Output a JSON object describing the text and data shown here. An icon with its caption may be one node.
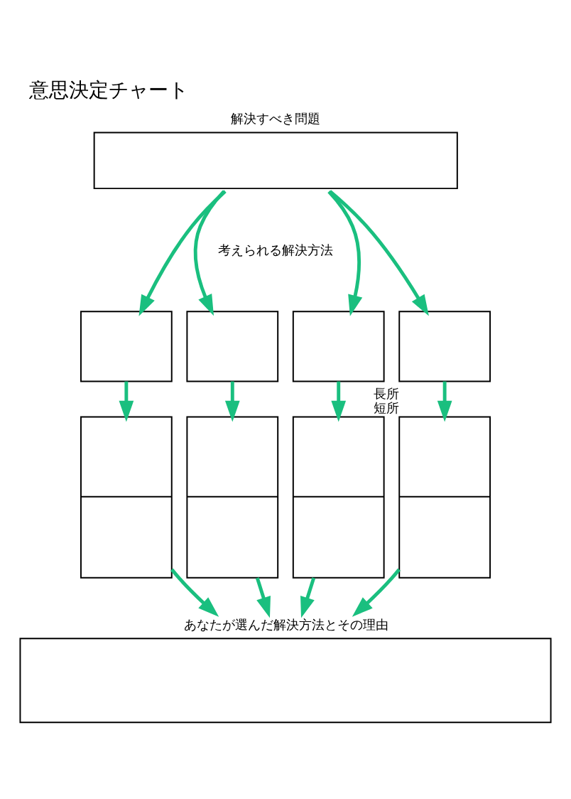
{
  "diagram": {
    "title": "意思決定チャート",
    "nodes": [
      {
        "text": [
          "解決すべき問題"
        ]
      },
      {
        "text": [],
        "shape": "box"
      },
      {
        "text": [],
        "shape": "box"
      },
      {
        "text": [],
        "shape": "box"
      },
      {
        "text": [],
        "shape": "box"
      },
      {
        "text": [],
        "shape": "box"
      },
      {
        "text": [],
        "shape": "box"
      },
      {
        "text": [],
        "shape": "box"
      },
      {
        "text": [],
        "shape": "box",
        "beside": [
          "長所",
          "短所"
        ]
      },
      {
        "text": [
          "あなたが選んだ解決方法とその理由"
        ]
      }
    ],
    "edges": [
      {
        "from": 0,
        "to": 1,
        "arrow": "to"
      },
      {
        "from": 0,
        "to": 2,
        "arrow": "to"
      },
      {
        "from": 0,
        "to": 3,
        "arrow": "to"
      },
      {
        "from": 0,
        "to": 4,
        "arrow": "to"
      },
      {
        "from": 1,
        "to": 5,
        "arrow": "to"
      },
      {
        "from": 2,
        "to": 6,
        "arrow": "to"
      },
      {
        "from": 3,
        "to": 7,
        "arrow": "to"
      },
      {
        "from": 4,
        "to": 8,
        "arrow": "to"
      },
      {
        "from": 5,
        "to": 9,
        "arrow": "to"
      },
      {
        "from": 6,
        "to": 9,
        "arrow": "to"
      },
      {
        "from": 7,
        "to": 9,
        "arrow": "to"
      },
      {
        "from": 8,
        "to": 9,
        "arrow": "to"
      }
    ],
    "labels": [
      "考えられる解決方法"
    ]
  }
}
